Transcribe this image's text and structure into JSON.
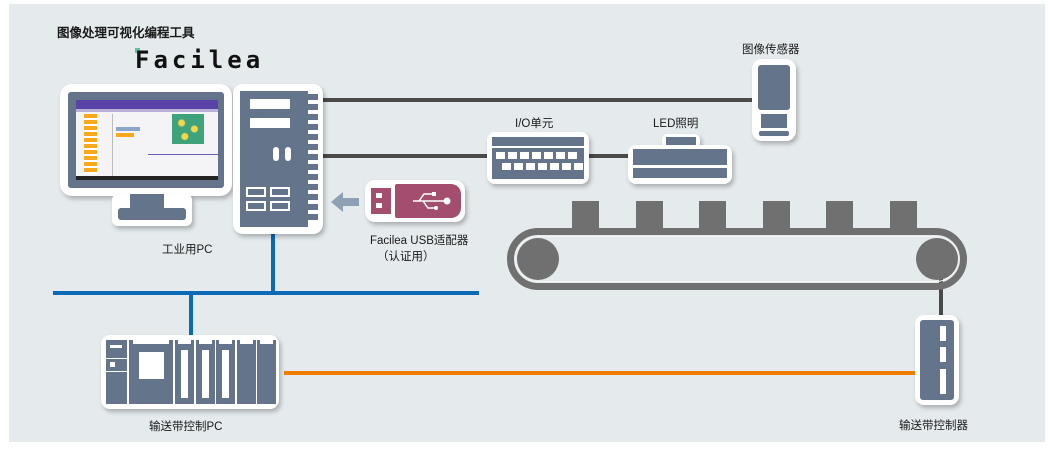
{
  "header": {
    "subtitle": "图像处理可视化编程工具",
    "logo_text": "Facilea"
  },
  "nodes": {
    "industrial_pc": {
      "label": "工业用PC",
      "icon": "industrial-pc-icon"
    },
    "image_sensor": {
      "label": "图像传感器",
      "icon": "camera-sensor-icon"
    },
    "io_unit": {
      "label": "I/O单元",
      "icon": "io-unit-icon"
    },
    "led_light": {
      "label": "LED照明",
      "icon": "led-light-icon"
    },
    "usb_adapter": {
      "label_line1": "Facilea USB适配器",
      "label_line2": "（认证用）",
      "icon": "usb-dongle-icon"
    },
    "conveyor": {
      "icon": "conveyor-belt-icon",
      "item_count": 6
    },
    "conveyor_pc": {
      "label": "输送带控制PC",
      "icon": "plc-rack-icon"
    },
    "conveyor_controller": {
      "label": "输送带控制器",
      "icon": "controller-icon"
    }
  },
  "colors": {
    "background": "#e5eaed",
    "device": "#64748b",
    "usb": "#a34e6e",
    "network_blue": "#0a6ab5",
    "signal_orange": "#ef7d00",
    "cable_dark": "#4a4a4a",
    "conveyor_gray": "#707070",
    "logo_accent": "#5cc6a4"
  }
}
